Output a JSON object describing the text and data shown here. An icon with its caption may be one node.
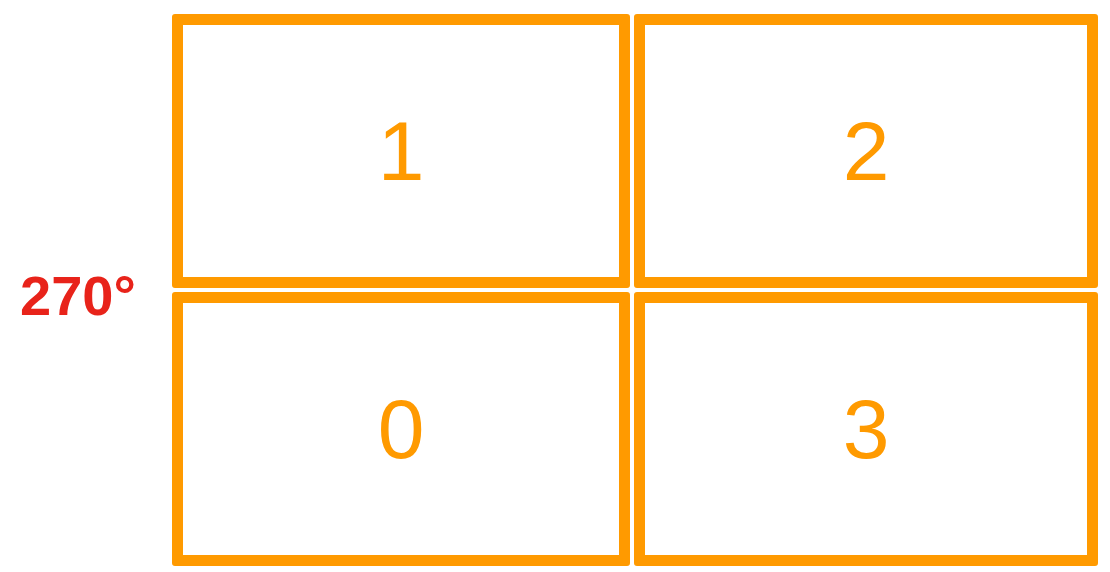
{
  "diagram": {
    "nodes": [
      {
        "text": [
          "1"
        ]
      },
      {
        "text": [
          "2"
        ]
      },
      {
        "text": [
          "0"
        ]
      },
      {
        "text": [
          "3"
        ]
      }
    ],
    "labels": [
      "270°"
    ]
  }
}
